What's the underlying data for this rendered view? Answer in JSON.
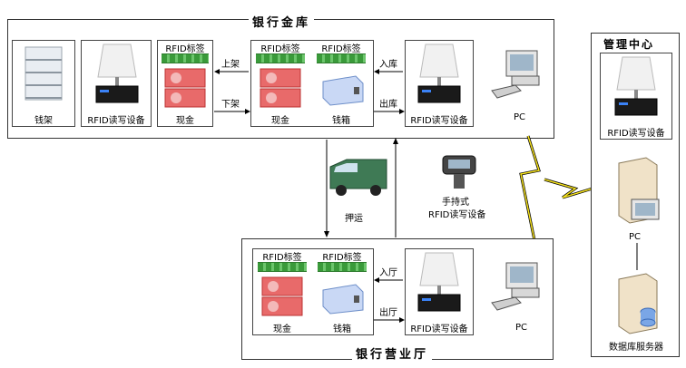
{
  "vault": {
    "title": "银行金库",
    "shelf_label": "钱架",
    "reader1_label": "RFID读写设备",
    "cash_tag_label": "RFID标签",
    "cash_label": "现金",
    "up_label": "上架",
    "down_label": "下架",
    "mid_tag1": "RFID标签",
    "mid_tag2": "RFID标签",
    "mid_cash": "现金",
    "mid_box": "钱箱",
    "in_label": "入库",
    "out_label": "出库",
    "reader2_label": "RFID读写设备",
    "pc_label": "PC"
  },
  "transport": {
    "escort_label": "押运",
    "handheld_label1": "手持式",
    "handheld_label2": "RFID读写设备"
  },
  "branch": {
    "title": "银行营业厅",
    "tag1": "RFID标签",
    "tag2": "RFID标签",
    "cash_label": "现金",
    "box_label": "钱箱",
    "in_label": "入厅",
    "out_label": "出厅",
    "reader_label": "RFID读写设备",
    "pc_label": "PC"
  },
  "center": {
    "title": "管理中心",
    "reader_label": "RFID读写设备",
    "pc_label": "PC",
    "db_label": "数据库服务器"
  }
}
